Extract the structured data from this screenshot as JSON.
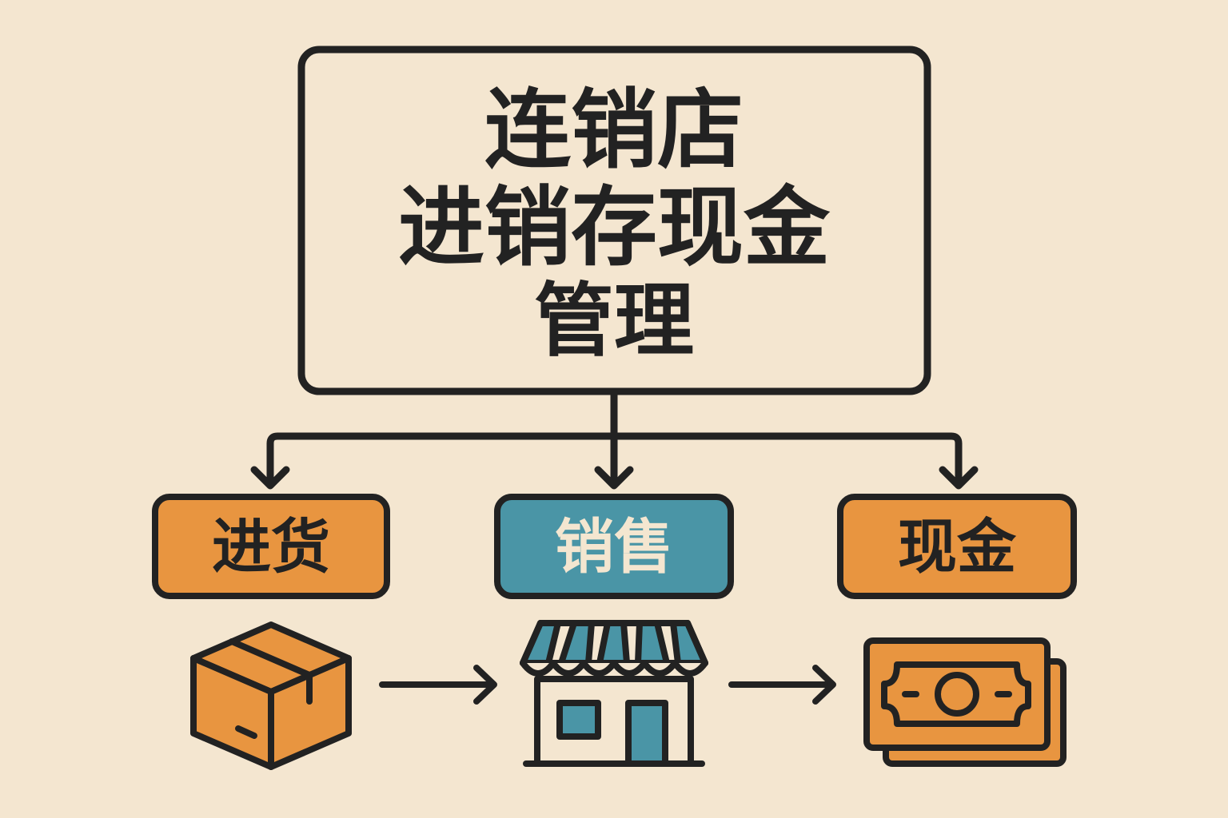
{
  "title": {
    "lines": [
      "连销店",
      "进销存现金",
      "管理"
    ]
  },
  "categories": [
    {
      "key": "purchase",
      "label": "进货",
      "fill": "#e89540",
      "text_color": "#222222"
    },
    {
      "key": "sales",
      "label": "销售",
      "fill": "#4a95a6",
      "text_color": "#f4e6d0"
    },
    {
      "key": "cash",
      "label": "现金",
      "fill": "#e89540",
      "text_color": "#222222"
    }
  ],
  "icons": [
    "box-icon",
    "store-icon",
    "money-icon"
  ],
  "colors": {
    "background": "#f4e6d0",
    "stroke": "#222222",
    "orange": "#e89540",
    "teal": "#4a95a6"
  }
}
